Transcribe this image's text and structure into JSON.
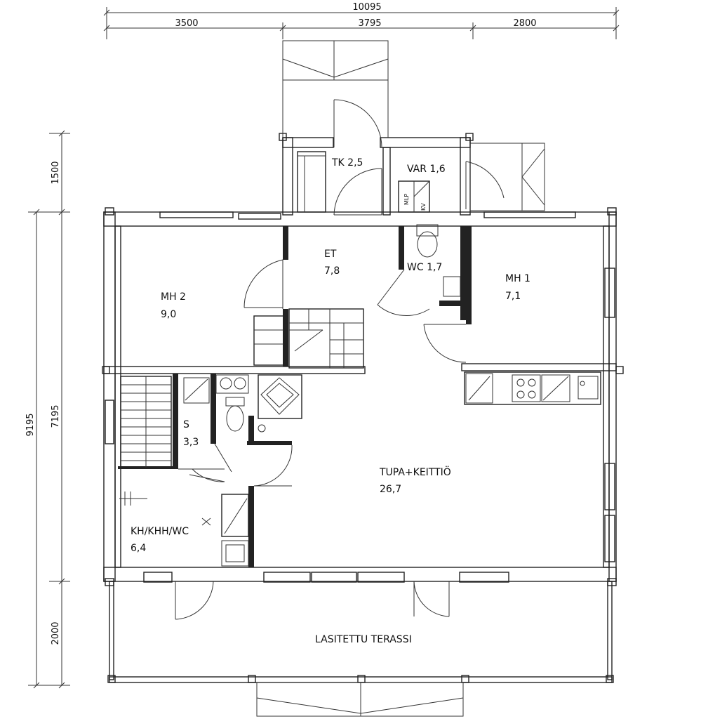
{
  "dimensions": {
    "top_total": "10095",
    "top_segments": [
      "3500",
      "3795",
      "2800"
    ],
    "left_total": "9195",
    "left_mid": "7195",
    "left_top": "1500",
    "left_bottom": "2000"
  },
  "rooms": {
    "tk": "TK 2,5",
    "var": "VAR 1,6",
    "et_name": "ET",
    "et_area": "7,8",
    "wc": "WC 1,7",
    "mh2_name": "MH 2",
    "mh2_area": "9,0",
    "mh1_name": "MH 1",
    "mh1_area": "7,1",
    "s_name": "S",
    "s_area": "3,3",
    "tupa_name": "TUPA+KEITTIÖ",
    "tupa_area": "26,7",
    "kh_name": "KH/KHH/WC",
    "kh_area": "6,4",
    "terassi": "LASITETTU TERASSI"
  },
  "appliance_labels": {
    "mlp": "MLP",
    "kv": "KV"
  }
}
